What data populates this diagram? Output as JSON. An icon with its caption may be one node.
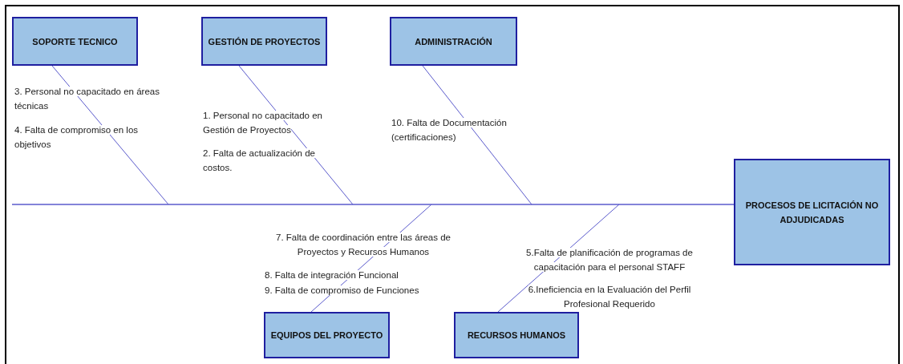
{
  "diagram": {
    "nodes": [
      {
        "text": [
          "SOPORTE TECNICO"
        ],
        "beside": [
          "3. Personal no capacitado en áreas técnicas",
          "4. Falta de compromiso en los objetivos"
        ]
      },
      {
        "text": [
          "GESTIÓN DE PROYECTOS"
        ],
        "beside": [
          "1. Personal no capacitado en Gestión de Proyectos",
          "2. Falta de actualización de costos."
        ]
      },
      {
        "text": [
          "ADMINISTRACIÓN"
        ]
      },
      {
        "text": [
          "PROCESOS DE LICITACIÓN NO ADJUDICADAS"
        ]
      },
      {
        "text": [
          "EQUIPOS DEL PROYECTO"
        ],
        "beside": [
          "7. Falta de coordinación entre las áreas de Proyectos y Recursos Humanos",
          "8. Falta de integración Funcional",
          "9. Falta de compromiso de Funciones"
        ]
      },
      {
        "text": [
          "RECURSOS HUMANOS"
        ],
        "beside": [
          "5.Falta de planificación de programas de capacitación para el personal STAFF",
          "6.Ineficiencia en la Evaluación del Perfil Profesional Requerido"
        ]
      }
    ],
    "edges": [
      {
        "from": null,
        "to": 3,
        "arrow": "none"
      },
      {
        "from": 0,
        "to": null,
        "arrow": "none"
      },
      {
        "from": 1,
        "to": null,
        "arrow": "none"
      },
      {
        "from": 2,
        "to": null,
        "arrow": "none"
      },
      {
        "from": 4,
        "to": null,
        "arrow": "none"
      },
      {
        "from": 5,
        "to": null,
        "arrow": "none"
      }
    ],
    "labels": [
      "10. Falta de Documentación (certificaciones)"
    ]
  }
}
